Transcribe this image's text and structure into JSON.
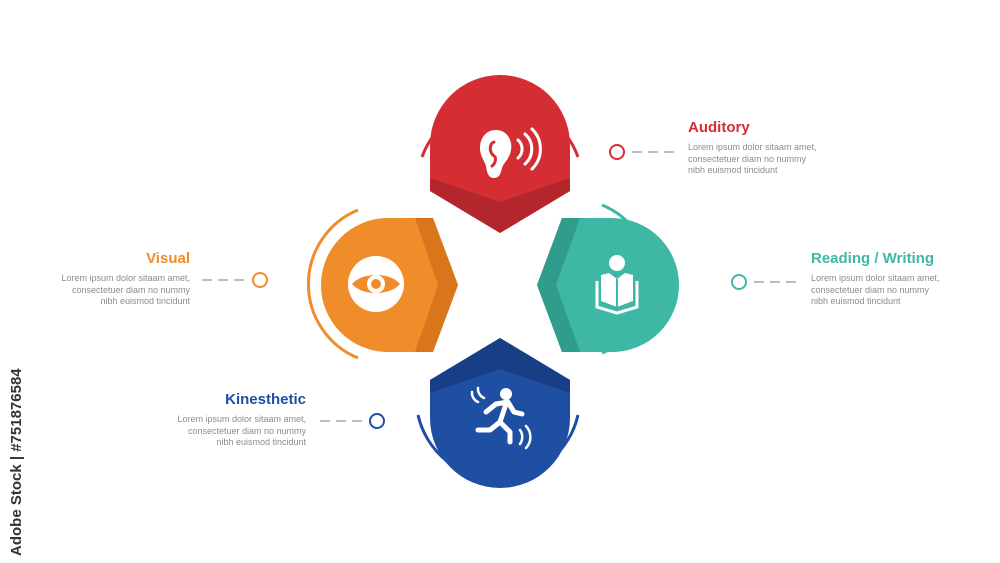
{
  "colors": {
    "auditory": "#d42e34",
    "auditory_dark": "#b3262b",
    "visual": "#ef8d2b",
    "visual_dark": "#d9761c",
    "reading": "#3fb7a5",
    "reading_dark": "#2f9c8c",
    "kinesthetic": "#1f4fa2",
    "kinesthetic_dark": "#183f85",
    "connector": "#bdbdbd"
  },
  "items": {
    "auditory": {
      "title": "Auditory",
      "desc": [
        "Lorem ipsum dolor sitaam amet,",
        "consectetuer diam no nummy",
        "nibh euismod tincidunt"
      ],
      "icon": "ear-icon"
    },
    "visual": {
      "title": "Visual",
      "desc": [
        "Lorem ipsum dolor sitaam amet,",
        "consectetuer diam no nummy",
        "nibh euismod tincidunt"
      ],
      "icon": "eye-icon"
    },
    "reading": {
      "title": "Reading / Writing",
      "desc": [
        "Lorem ipsum dolor sitaam amet,",
        "consectetuer diam no nummy",
        "nibh euismod tincidunt"
      ],
      "icon": "reader-icon"
    },
    "kinesthetic": {
      "title": "Kinesthetic",
      "desc": [
        "Lorem ipsum dolor sitaam amet,",
        "consectetuer diam no nummy",
        "nibh euismod tincidunt"
      ],
      "icon": "running-person-icon"
    }
  },
  "stock_id": "Adobe Stock | #751876584"
}
